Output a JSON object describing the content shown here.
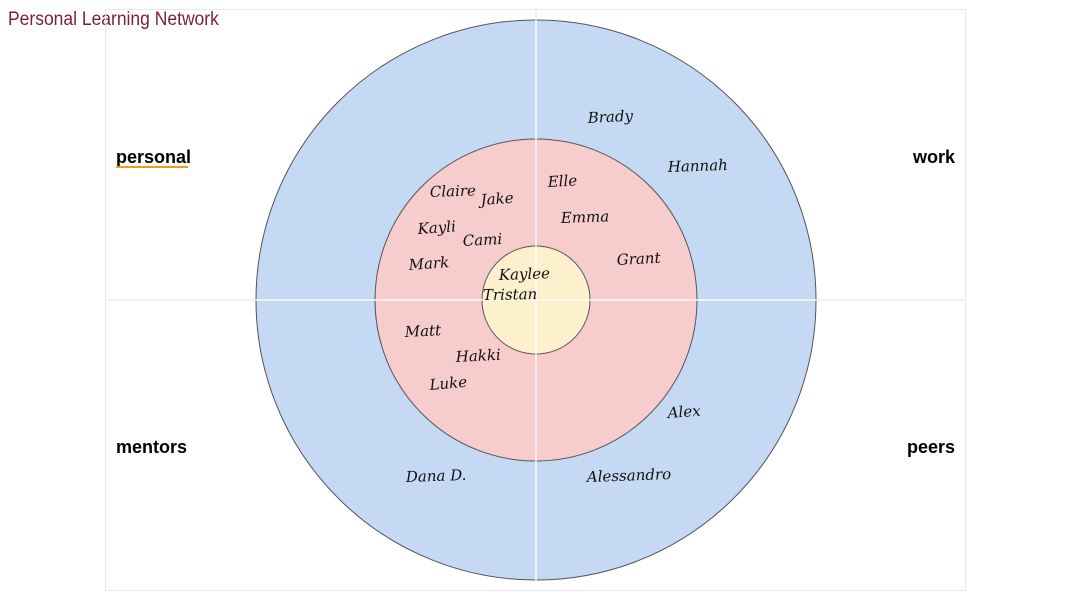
{
  "title": "Personal Learning Network",
  "colors": {
    "title": "#7a1f3d",
    "outer_ring": "#c5d9f5",
    "middle_ring": "#f7cccd",
    "inner_ring": "#fdf0cc",
    "ring_stroke": "#555555",
    "spellcheck_underline": "#f39c12"
  },
  "quadrants": {
    "top_left": "personal",
    "top_right": "work",
    "bottom_left": "mentors",
    "bottom_right": "peers"
  },
  "names": {
    "brady": "Brady",
    "hannah": "Hannah",
    "claire": "Claire",
    "jake": "Jake",
    "elle": "Elle",
    "emma": "Emma",
    "kayli": "Kayli",
    "cami": "Cami",
    "mark": "Mark",
    "grant": "Grant",
    "kaylee": "Kaylee",
    "tristan": "Tristan",
    "matt": "Matt",
    "hakki": "Hakki",
    "luke": "Luke",
    "alex": "Alex",
    "dana": "Dana D.",
    "alessandro": "Alessandro"
  }
}
